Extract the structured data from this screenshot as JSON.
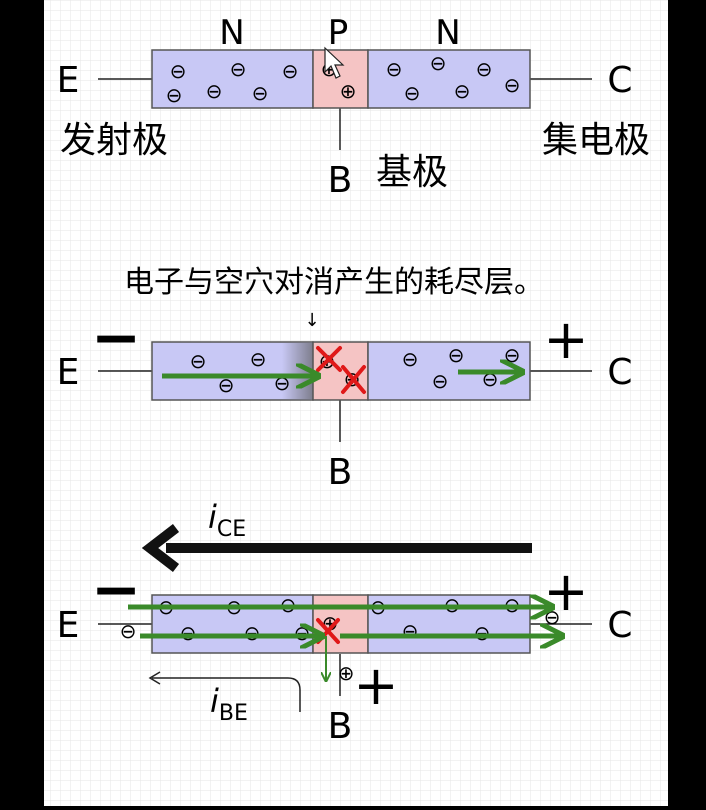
{
  "colors": {
    "n_region": "#c8c8f5",
    "p_region": "#f5c4c4",
    "depletion_dark": "#8a8a9a",
    "electron_arrow": "#3a8a2a",
    "recombination_x": "#e01818",
    "current_arrow": "#111111",
    "frame": "#000000",
    "panel": "#ffffff",
    "grid": "#e6e6e6"
  },
  "panel1": {
    "label_n_left": "N",
    "label_p": "P",
    "label_n_right": "N",
    "terminal_e": "E",
    "terminal_c": "C",
    "terminal_b": "B",
    "emitter_caption": "发射极",
    "base_caption": "基极",
    "collector_caption": "集电极",
    "carriers": {
      "electron": "⊖",
      "hole": "⊕"
    }
  },
  "panel2": {
    "caption": "电子与空穴对消产生的耗尽层。",
    "pointer": "↓",
    "minus_sign": "−",
    "plus_sign": "+",
    "terminal_e": "E",
    "terminal_c": "C",
    "terminal_b": "B",
    "carriers": {
      "electron": "⊖",
      "hole": "⊕"
    }
  },
  "panel3": {
    "i_ce_main": "i",
    "i_ce_sub": "CE",
    "i_be_main": "i",
    "i_be_sub": "BE",
    "minus_sign": "−",
    "plus_c": "+",
    "plus_b": "+",
    "terminal_e": "E",
    "terminal_c": "C",
    "terminal_b": "B",
    "carriers": {
      "electron": "⊖",
      "hole": "⊕"
    }
  }
}
